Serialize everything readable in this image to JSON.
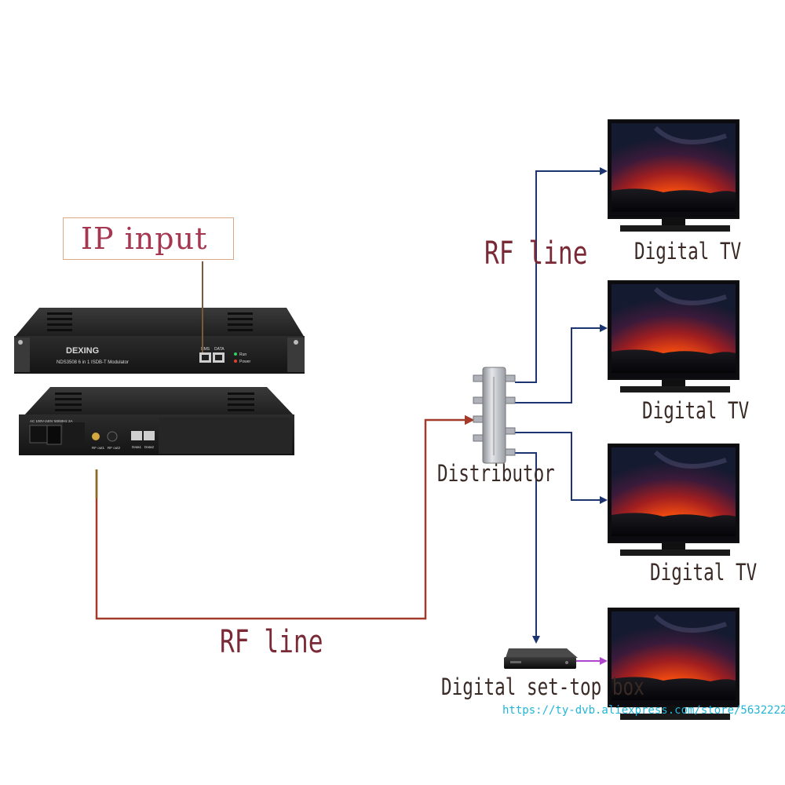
{
  "labels": {
    "ip_input": "IP input",
    "rf_line_top": "RF line",
    "rf_line_bottom": "RF line",
    "distributor": "Distributor",
    "tv_1": "Digital TV",
    "tv_2": "Digital TV",
    "tv_3": "Digital TV",
    "set_top_box": "Digital set-top box",
    "watermark_url": "https://ty-dvb.aliexpress.com/store/5632222"
  },
  "device": {
    "brand": "DEXING",
    "model": "NDS3508 6 in 1 ISDB-T Modulator",
    "port_nms": "NMS",
    "port_data": "DATA",
    "led_run": "Run",
    "led_power": "Power",
    "rear_power_spec": "AC 100V-240V 50/60Hz 2A",
    "rear_rf_out1": "RF out1",
    "rear_rf_out2": "RF out2",
    "rear_data1": "Data1",
    "rear_data2": "Data2"
  },
  "colors": {
    "rf_line_red": "#a33a2a",
    "rf_line_brown": "#8a6a20",
    "arrow_blue": "#1c3470",
    "arrow_violet": "#b045d0",
    "ip_text": "#a63750",
    "url_cyan": "#21b5d8"
  }
}
